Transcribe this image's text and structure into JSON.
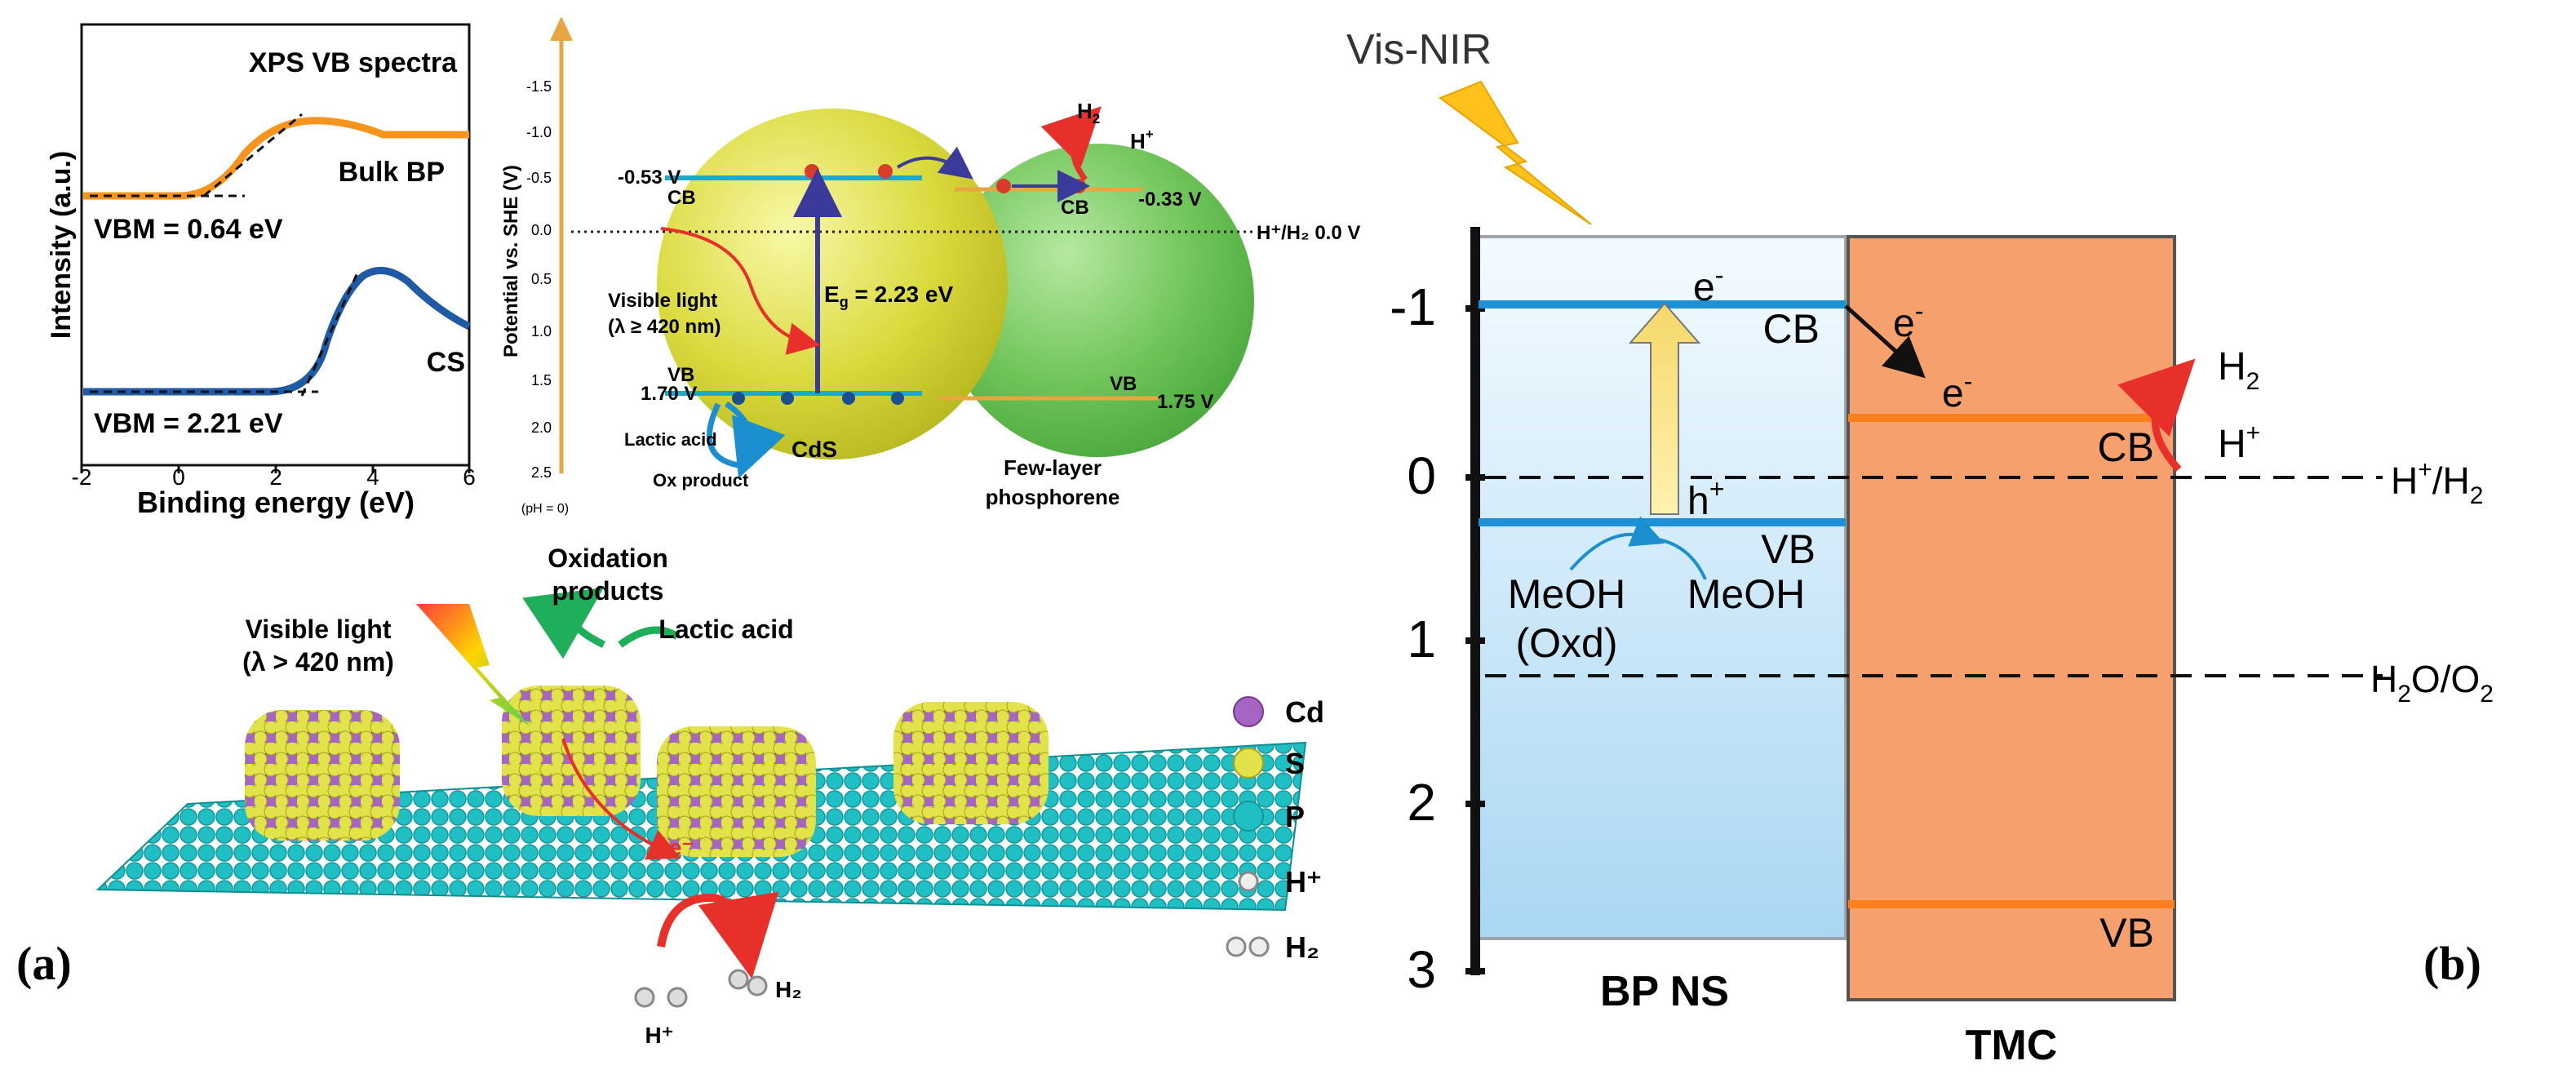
{
  "panel_a": {
    "label": "(a)",
    "xps": {
      "title": "XPS VB spectra",
      "ylabel": "Intensity (a.u.)",
      "xlabel": "Binding energy (eV)",
      "xticks": [
        "-2",
        "0",
        "2",
        "4",
        "6"
      ],
      "bulk_label": "Bulk BP",
      "cs_label": "CS",
      "vbm_bulk": "VBM = 0.64 eV",
      "vbm_cs": "VBM = 2.21 eV",
      "colors": {
        "bulk": "#f7941d",
        "cs": "#1f5aa6"
      }
    },
    "energy": {
      "axis_label": "Potential vs. SHE (V)",
      "axis_ticks": [
        "-1.5",
        "-1.0",
        "-0.5",
        "0.0",
        "0.5",
        "1.0",
        "1.5",
        "2.0",
        "2.5"
      ],
      "ph_note": "(pH = 0)",
      "cds_cb": "-0.53 V",
      "cds_vb": "1.70 V",
      "cb": "CB",
      "vb": "VB",
      "bp_cb": "-0.33 V",
      "bp_vb": "1.75 V",
      "h2_level": "H⁺/H₂ 0.0 V",
      "light_line1": "Visible light",
      "light_line2": "(λ ≥ 420 nm)",
      "eg": "E",
      "eg_sub": "g",
      "eg_value": " = 2.23 eV",
      "h2": "H",
      "h2_sub": "2",
      "hplus": "H",
      "hplus_sup": "+",
      "lactic": "Lactic acid",
      "ox": "Ox product",
      "cds": "CdS",
      "fewlayer_line1": "Few-layer",
      "fewlayer_line2": "phosphorene"
    },
    "scheme": {
      "oxidation_line1": "Oxidation",
      "oxidation_line2": "products",
      "light_line1": "Visible light",
      "light_line2": "(λ > 420 nm)",
      "lactic": "Lactic acid",
      "electron": "e⁻",
      "h2": "H₂",
      "hplus": "H⁺"
    },
    "legend": [
      {
        "label": "Cd",
        "color": "#9b59b6"
      },
      {
        "label": "S",
        "color": "#d4d444"
      },
      {
        "label": "P",
        "color": "#1fbfc4"
      },
      {
        "label": "H⁺",
        "color": "#cccccc"
      },
      {
        "label": "H₂",
        "color": "#cccccc"
      }
    ]
  },
  "panel_b": {
    "label": "(b)",
    "light": "Vis-NIR",
    "yticks": [
      "-1",
      "0",
      "1",
      "2",
      "3"
    ],
    "bp_ns": "BP NS",
    "tmc": "TMC",
    "cb": "CB",
    "vb": "VB",
    "tmc_cb": "CB",
    "tmc_vb": "VB",
    "electron": "e",
    "electron_sup": "-",
    "hole": "h",
    "hole_sup": "+",
    "meoh": "MeOH",
    "meoh_oxd_line1": "MeOH",
    "meoh_oxd_line2": "(Oxd)",
    "h2": "H",
    "h2_sub": "2",
    "hplus": "H",
    "hplus_sup": "+",
    "h2_level_main": "H",
    "h2_level_sup": "+",
    "h2_level_rest": "/H",
    "h2_level_sub": "2",
    "o2_level_main": "H",
    "o2_level_sub1": "2",
    "o2_level_mid": "O/O",
    "o2_level_sub2": "2",
    "colors": {
      "bp_band": "#1e90d6",
      "tmc_fill": "#f6a06e",
      "tmc_band": "#ff7f1f"
    }
  }
}
